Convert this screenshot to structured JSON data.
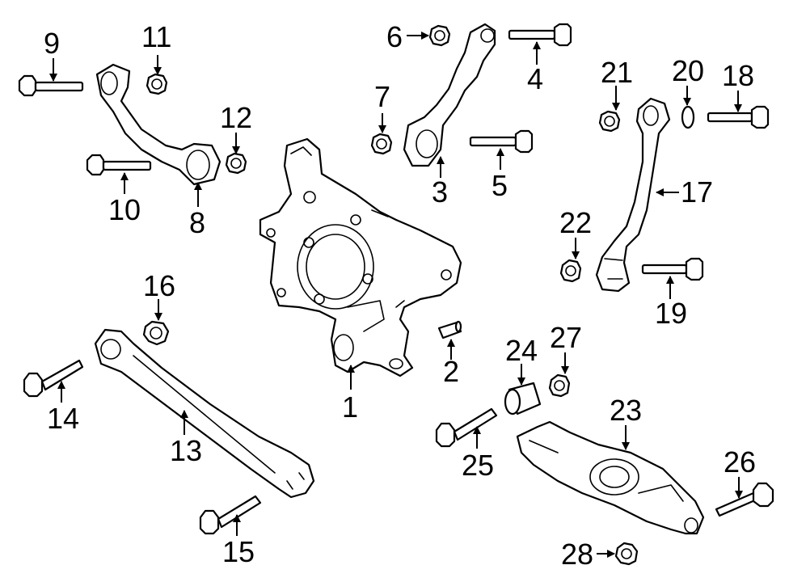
{
  "callouts": [
    {
      "label": "1"
    },
    {
      "label": "2"
    },
    {
      "label": "3"
    },
    {
      "label": "4"
    },
    {
      "label": "5"
    },
    {
      "label": "6"
    },
    {
      "label": "7"
    },
    {
      "label": "8"
    },
    {
      "label": "9"
    },
    {
      "label": "10"
    },
    {
      "label": "11"
    },
    {
      "label": "12"
    },
    {
      "label": "13"
    },
    {
      "label": "14"
    },
    {
      "label": "15"
    },
    {
      "label": "16"
    },
    {
      "label": "17"
    },
    {
      "label": "18"
    },
    {
      "label": "19"
    },
    {
      "label": "20"
    },
    {
      "label": "21"
    },
    {
      "label": "22"
    },
    {
      "label": "23"
    },
    {
      "label": "24"
    },
    {
      "label": "25"
    },
    {
      "label": "26"
    },
    {
      "label": "27"
    },
    {
      "label": "28"
    }
  ],
  "colors": {
    "line": "#000000",
    "background": "#ffffff"
  }
}
